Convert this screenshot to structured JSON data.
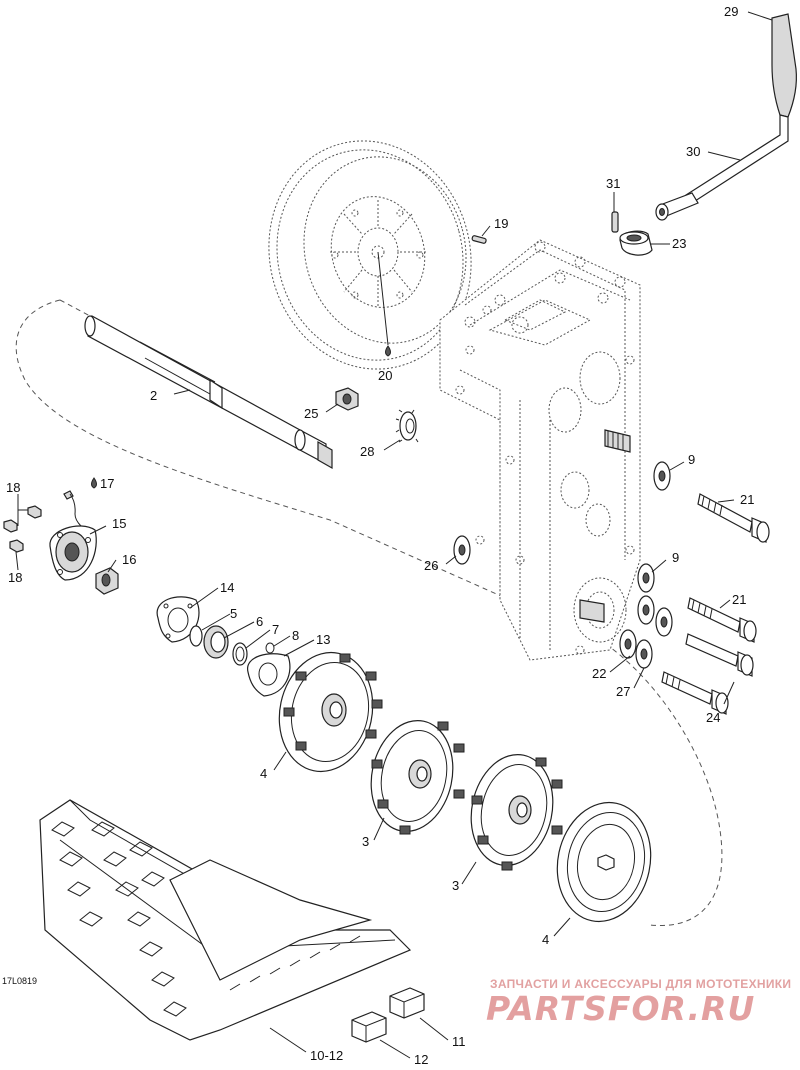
{
  "diagram": {
    "code": "17L0819",
    "callouts": [
      {
        "id": "c29",
        "text": "29"
      },
      {
        "id": "c30",
        "text": "30"
      },
      {
        "id": "c31",
        "text": "31"
      },
      {
        "id": "c19",
        "text": "19"
      },
      {
        "id": "c23",
        "text": "23"
      },
      {
        "id": "c20",
        "text": "20"
      },
      {
        "id": "c2",
        "text": "2"
      },
      {
        "id": "c25",
        "text": "25"
      },
      {
        "id": "c28",
        "text": "28"
      },
      {
        "id": "c9a",
        "text": "9"
      },
      {
        "id": "c17",
        "text": "17"
      },
      {
        "id": "c18a",
        "text": "18"
      },
      {
        "id": "c15",
        "text": "15"
      },
      {
        "id": "c21a",
        "text": "21"
      },
      {
        "id": "c18b",
        "text": "18"
      },
      {
        "id": "c16",
        "text": "16"
      },
      {
        "id": "c26",
        "text": "26"
      },
      {
        "id": "c9b",
        "text": "9"
      },
      {
        "id": "c14",
        "text": "14"
      },
      {
        "id": "c21b",
        "text": "21"
      },
      {
        "id": "c5",
        "text": "5"
      },
      {
        "id": "c6",
        "text": "6"
      },
      {
        "id": "c7",
        "text": "7"
      },
      {
        "id": "c8",
        "text": "8"
      },
      {
        "id": "c13",
        "text": "13"
      },
      {
        "id": "c22",
        "text": "22"
      },
      {
        "id": "c27",
        "text": "27"
      },
      {
        "id": "c24",
        "text": "24"
      },
      {
        "id": "c4a",
        "text": "4"
      },
      {
        "id": "c3a",
        "text": "3"
      },
      {
        "id": "c3b",
        "text": "3"
      },
      {
        "id": "c4b",
        "text": "4"
      },
      {
        "id": "c11",
        "text": "11"
      },
      {
        "id": "c1012",
        "text": "10-12"
      },
      {
        "id": "c12",
        "text": "12"
      }
    ]
  },
  "watermark": {
    "line1": "ЗАПЧАСТИ И АКСЕССУАРЫ ДЛЯ МОТОТЕХНИКИ",
    "line2": "PARTSFOR.RU",
    "color": "#e3a0a0"
  }
}
